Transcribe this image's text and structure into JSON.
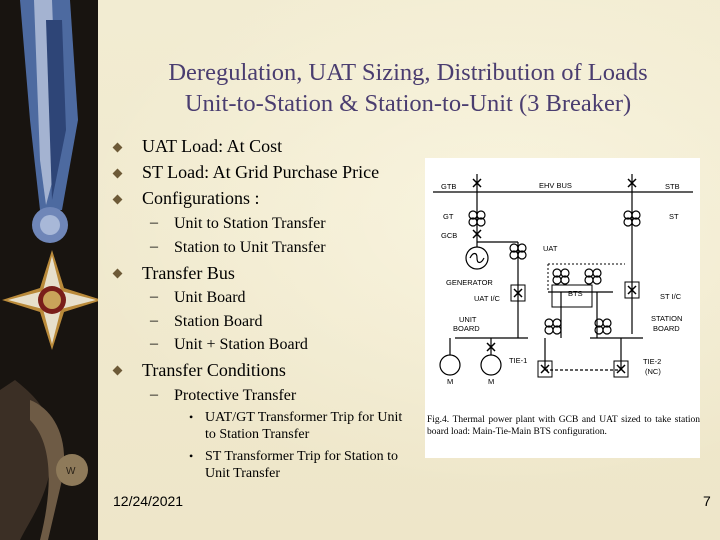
{
  "slide": {
    "title_line1": "Deregulation, UAT Sizing, Distribution of Loads",
    "title_line2": "Unit-to-Station & Station-to-Unit (3 Breaker)",
    "bullets": {
      "b1": "UAT Load: At Cost",
      "b2": "ST Load: At Grid Purchase Price",
      "b3": "Configurations :",
      "b3_sub1": "Unit to Station Transfer",
      "b3_sub2": "Station to Unit Transfer",
      "b4": "Transfer Bus",
      "b4_sub1": "Unit Board",
      "b4_sub2": "Station Board",
      "b4_sub3": "Unit + Station Board",
      "b5": "Transfer Conditions",
      "b5_sub1": "Protective Transfer",
      "b5_sub1_a": "UAT/GT Transformer Trip for Unit to Station Transfer",
      "b5_sub1_b": "ST Transformer Trip for Station to Unit Transfer"
    },
    "footer_date": "12/24/2021",
    "page_number": "7"
  },
  "figure": {
    "labels": {
      "gtb": "GTB",
      "ehv_bus": "EHV BUS",
      "stb": "STB",
      "gt": "GT",
      "st": "ST",
      "gcb": "GCB",
      "uat": "UAT",
      "generator": "GENERATOR",
      "bts": "BTS",
      "uat_ic": "UAT I/C",
      "st_ic": "ST I/C",
      "unit_board_1": "UNIT",
      "unit_board_2": "BOARD",
      "station_board_1": "STATION",
      "station_board_2": "BOARD",
      "tie1": "TIE-1",
      "tie2_1": "TIE-2",
      "tie2_2": "(NC)",
      "motor": "M"
    },
    "caption": "Fig.4. Thermal power plant with GCB and UAT sized to take station board load: Main-Tie-Main BTS configuration."
  },
  "colors": {
    "title": "#4a3d70",
    "bullet": "#6d5a37",
    "background": "#f1ebcf"
  }
}
